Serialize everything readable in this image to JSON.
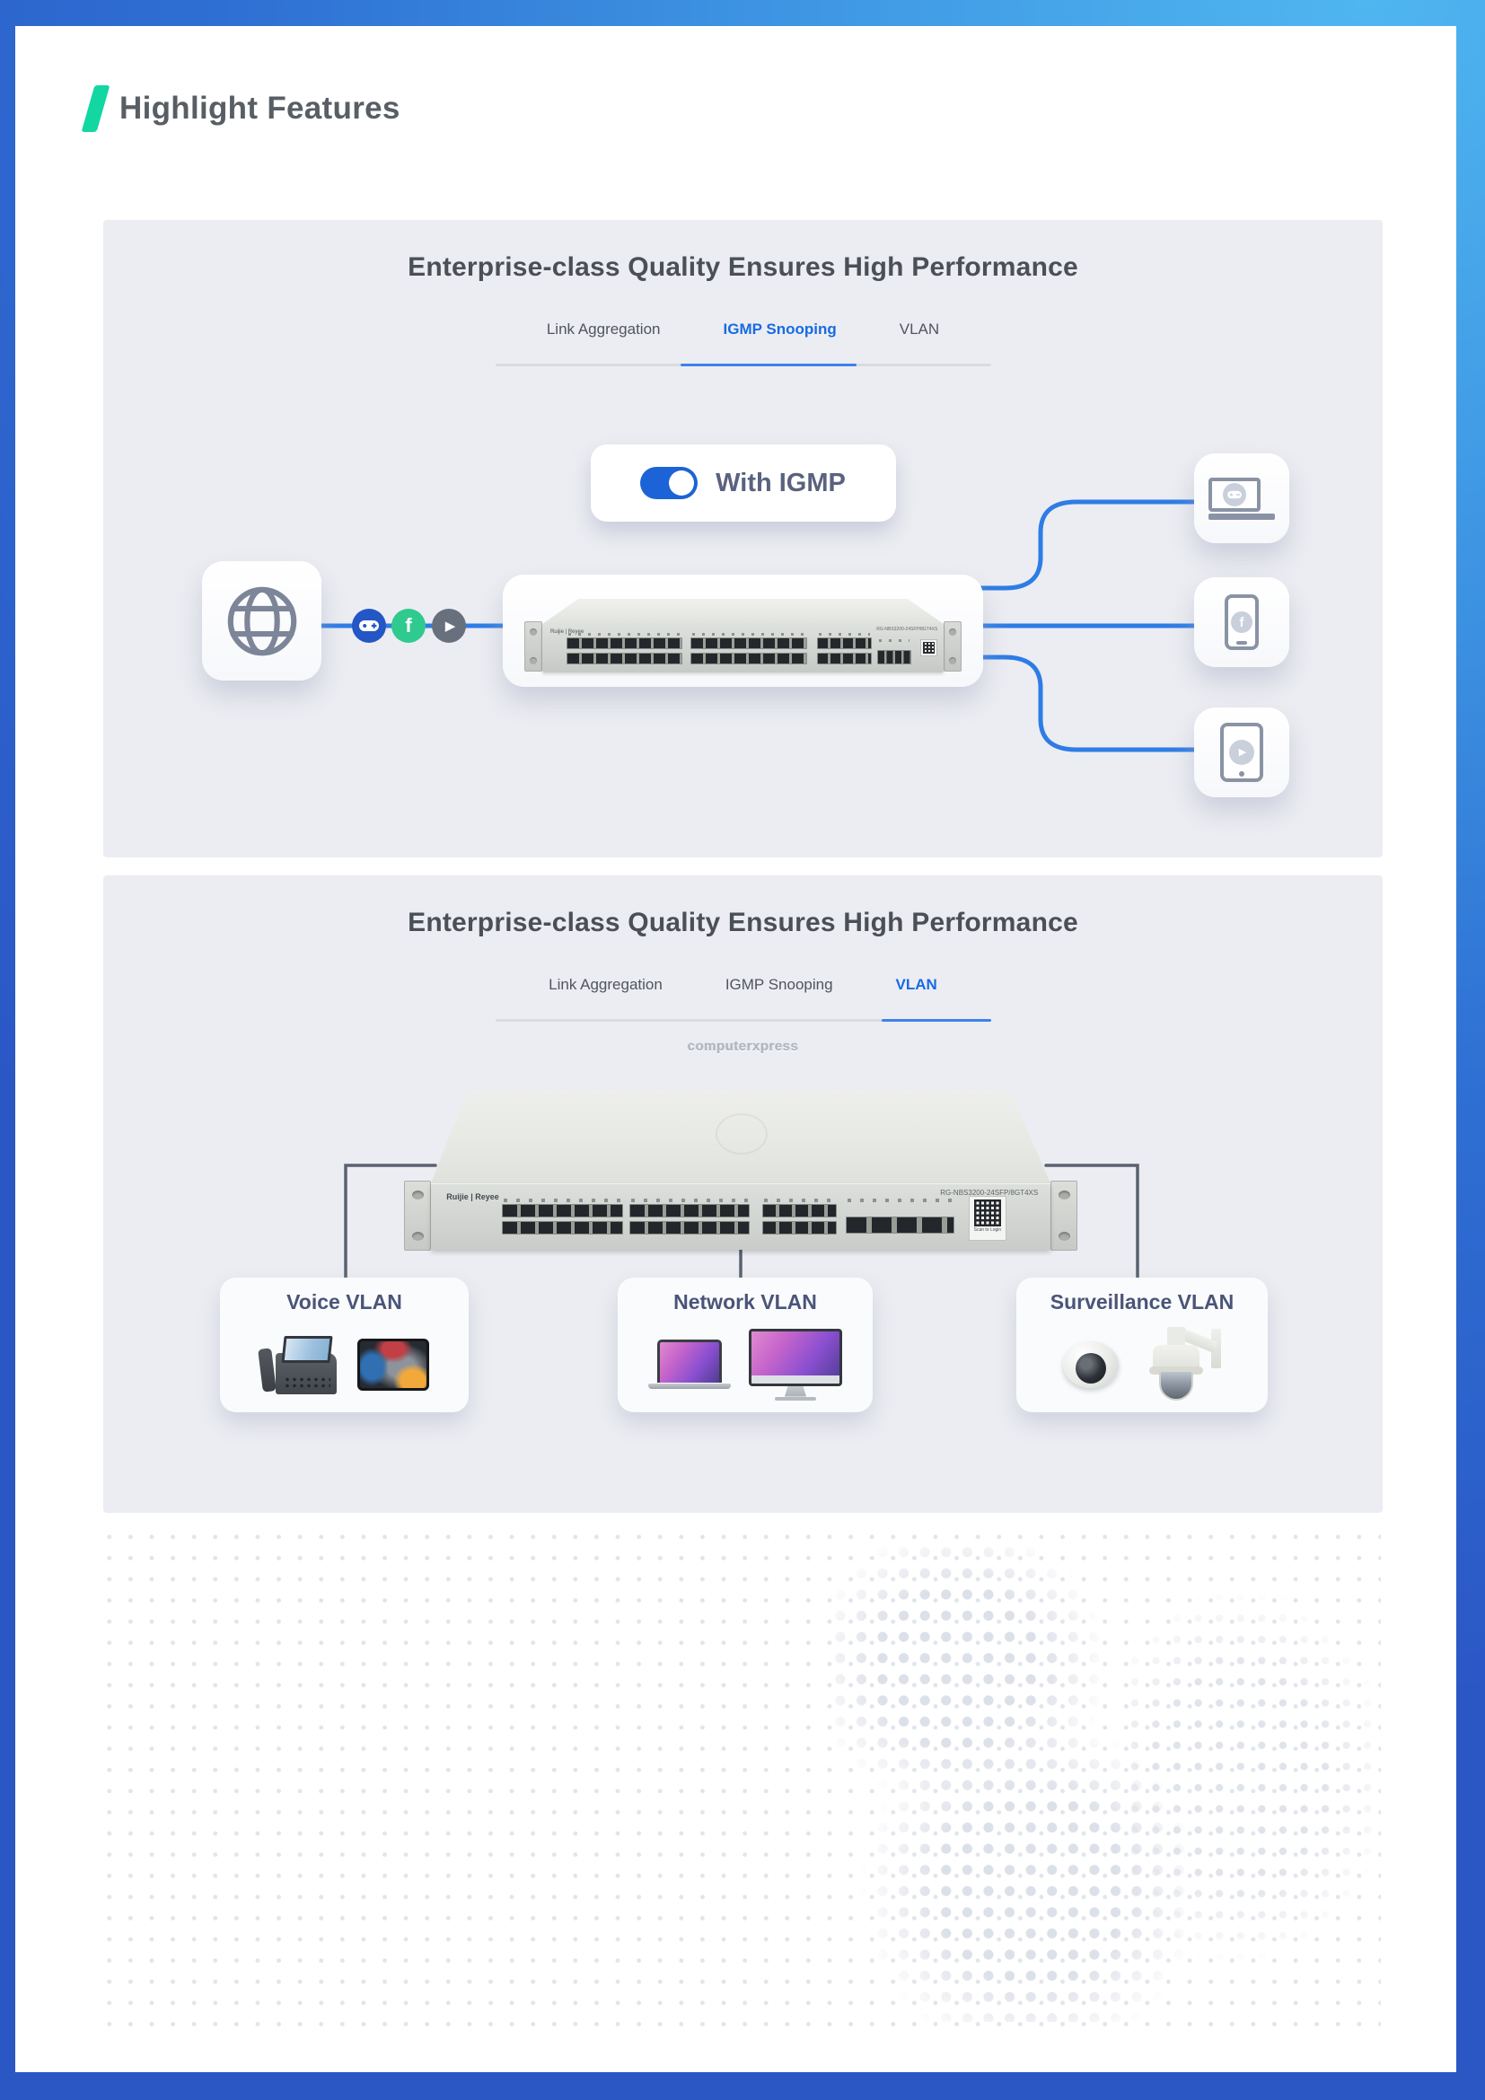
{
  "header": {
    "title": "Highlight Features"
  },
  "colors": {
    "frame_blue_dark": "#2b57c5",
    "frame_blue_light": "#4fb6f0",
    "accent_green": "#12d7a1",
    "link_blue": "#2e7ce5",
    "tab_active_blue": "#186be2",
    "panel_bg": "#ecedf2",
    "connector_gray": "#5a6170"
  },
  "glyphs": {
    "facebook": "f",
    "play": "▶"
  },
  "sections": [
    {
      "title": "Enterprise-class Quality Ensures High Performance",
      "tabs": [
        "Link Aggregation",
        "IGMP Snooping",
        "VLAN"
      ],
      "active_tab": "IGMP Snooping",
      "toggle": {
        "label": "With IGMP",
        "state": "on"
      },
      "source_icon": "globe-icon",
      "stream_icons": [
        "gamepad-icon",
        "facebook-icon",
        "play-icon"
      ],
      "device_icons": [
        "laptop-gaming-icon",
        "phone-facebook-icon",
        "tablet-video-icon"
      ]
    },
    {
      "title": "Enterprise-class Quality Ensures High Performance",
      "tabs": [
        "Link Aggregation",
        "IGMP Snooping",
        "VLAN"
      ],
      "active_tab": "VLAN",
      "watermark": "computerxpress",
      "switch": {
        "brand": "Ruijie | Reyee",
        "model": "RG-NBS3200-24SFP/8GT4XS",
        "qr_caption": "Scan to Login"
      },
      "vlan_boxes": [
        {
          "label": "Voice VLAN",
          "devices": [
            "ip-phone",
            "tablet"
          ]
        },
        {
          "label": "Network VLAN",
          "devices": [
            "macbook-laptop",
            "imac-monitor"
          ]
        },
        {
          "label": "Surveillance VLAN",
          "devices": [
            "dome-camera",
            "ptz-camera"
          ]
        }
      ]
    }
  ]
}
